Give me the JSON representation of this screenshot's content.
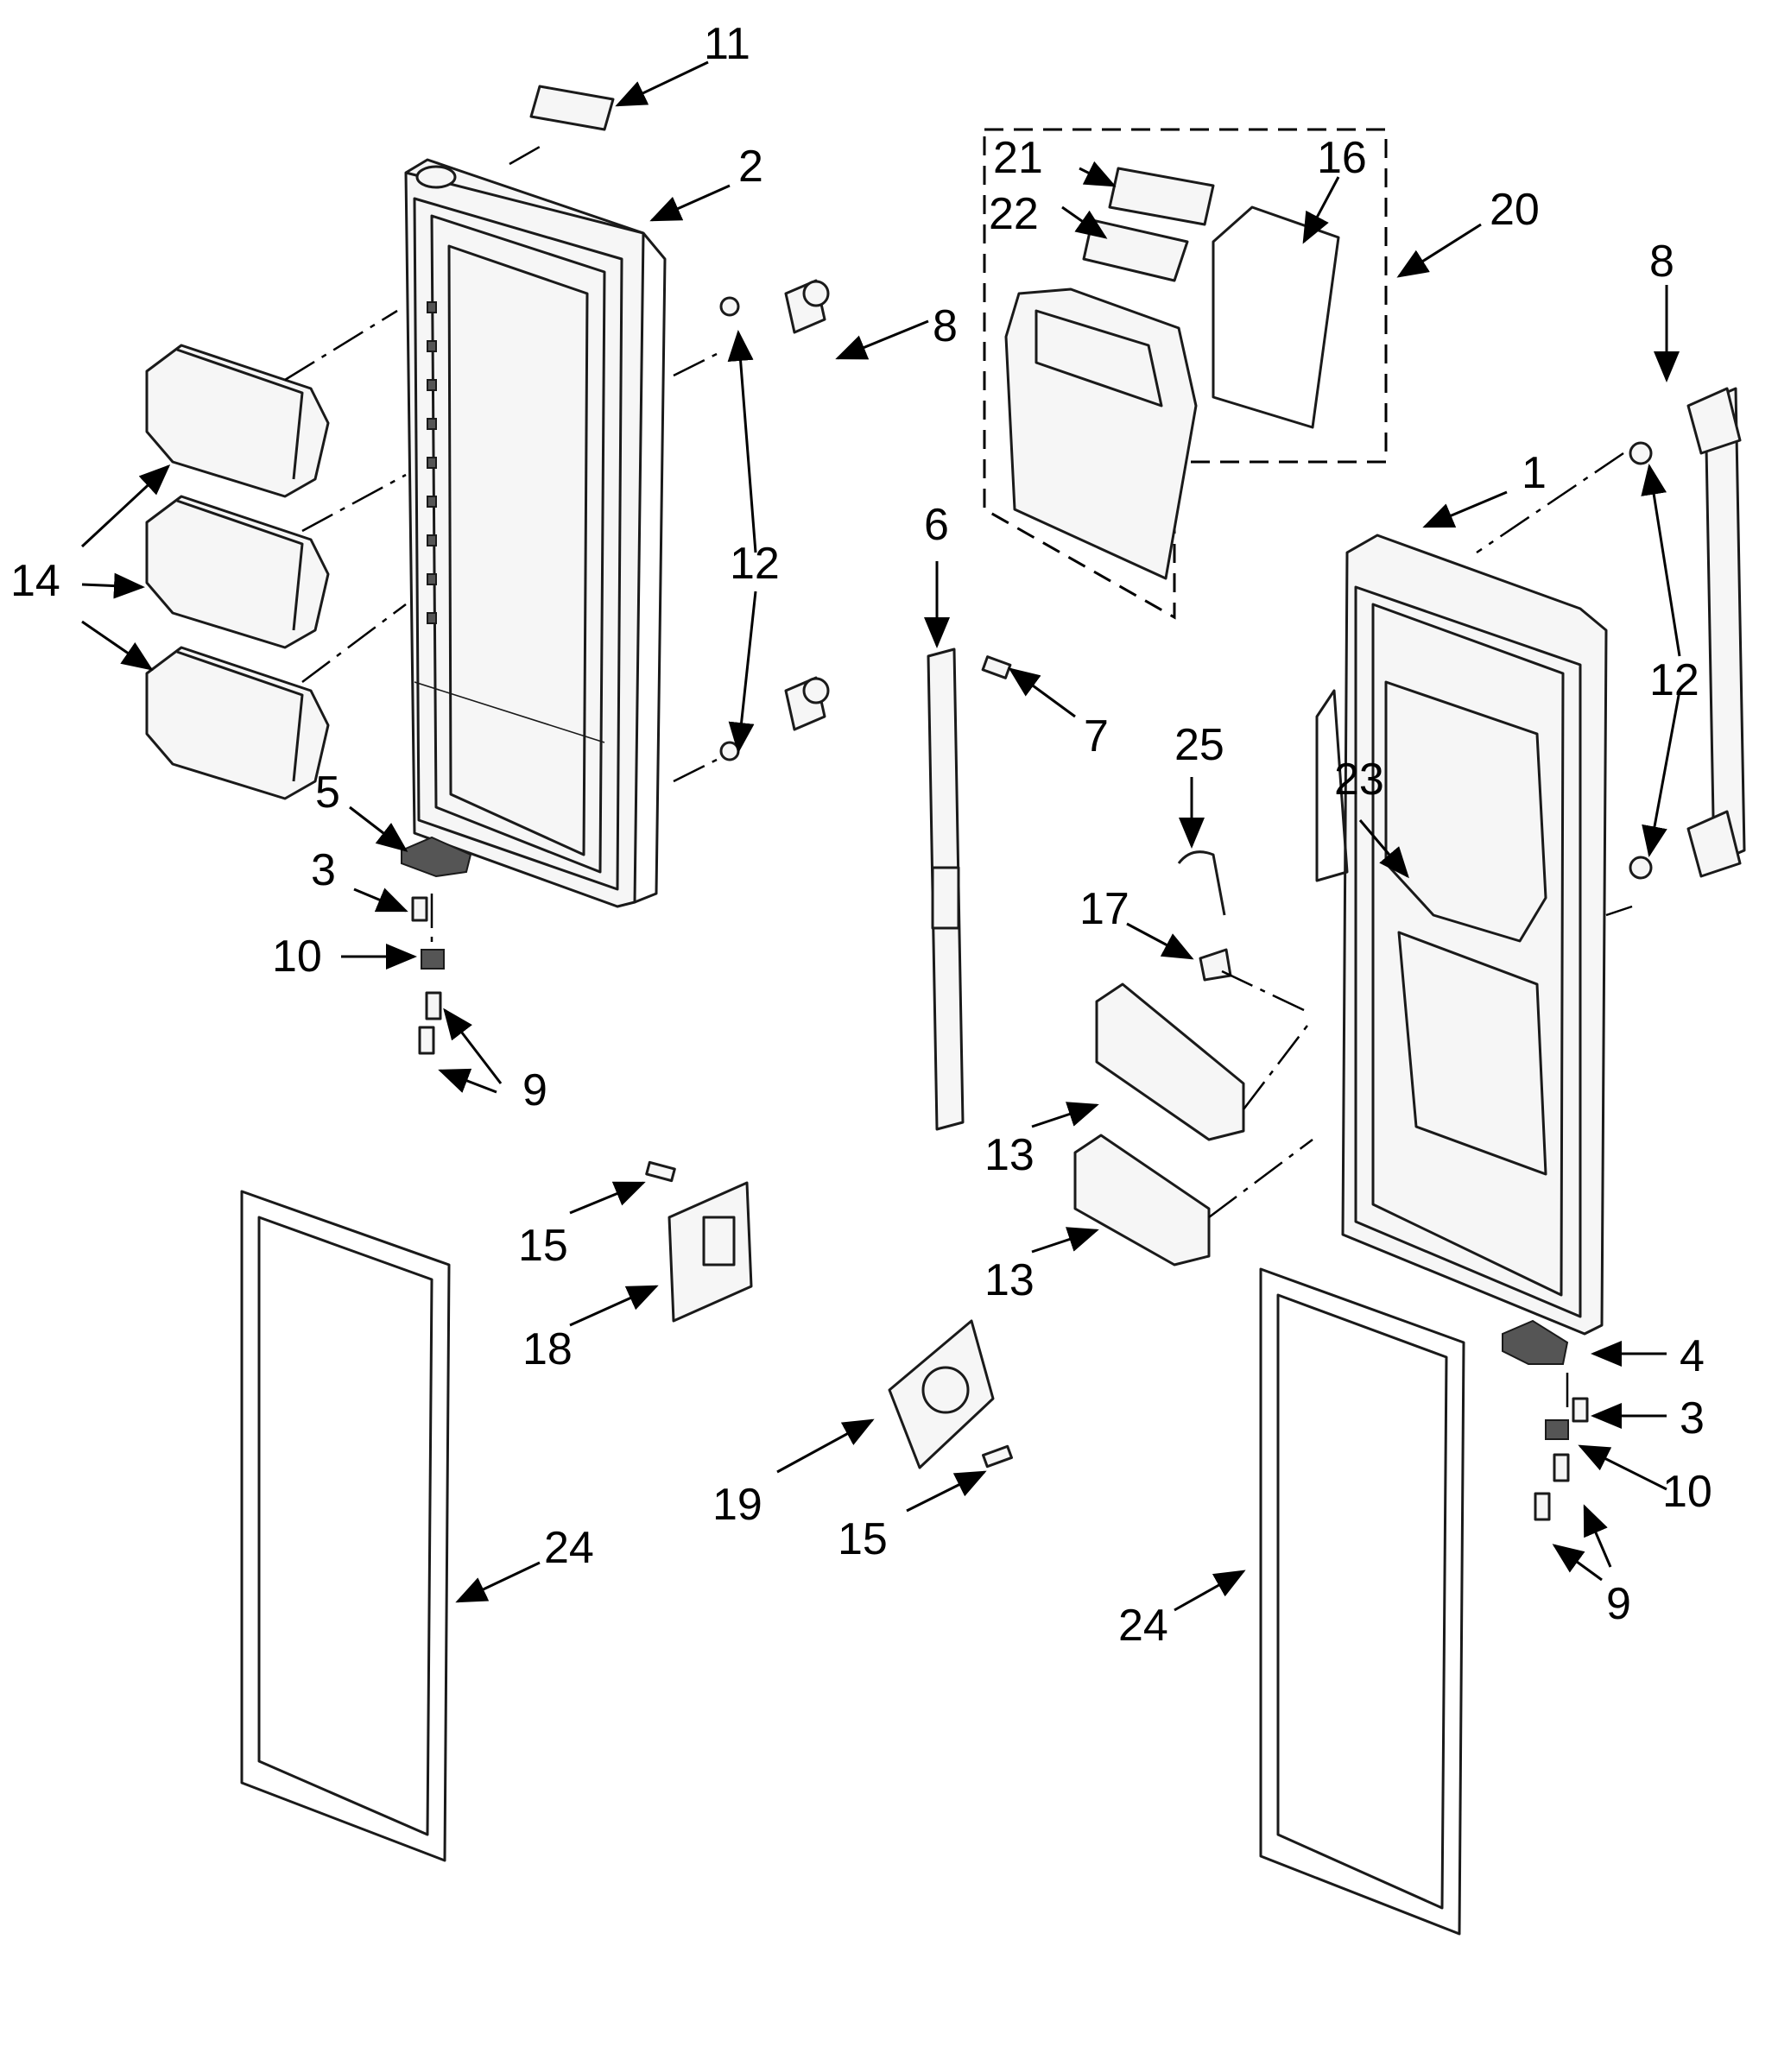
{
  "callouts": {
    "c1": "1",
    "c2": "2",
    "c3a": "3",
    "c3b": "3",
    "c4": "4",
    "c5": "5",
    "c6": "6",
    "c7": "7",
    "c8a": "8",
    "c8b": "8",
    "c9a": "9",
    "c9b": "9",
    "c10a": "10",
    "c10b": "10",
    "c11": "11",
    "c12a": "12",
    "c12b": "12",
    "c13a": "13",
    "c13b": "13",
    "c14": "14",
    "c15a": "15",
    "c15b": "15",
    "c16": "16",
    "c17": "17",
    "c18": "18",
    "c19": "19",
    "c20": "20",
    "c21": "21",
    "c22": "22",
    "c23": "23",
    "c24a": "24",
    "c24b": "24",
    "c25": "25"
  }
}
